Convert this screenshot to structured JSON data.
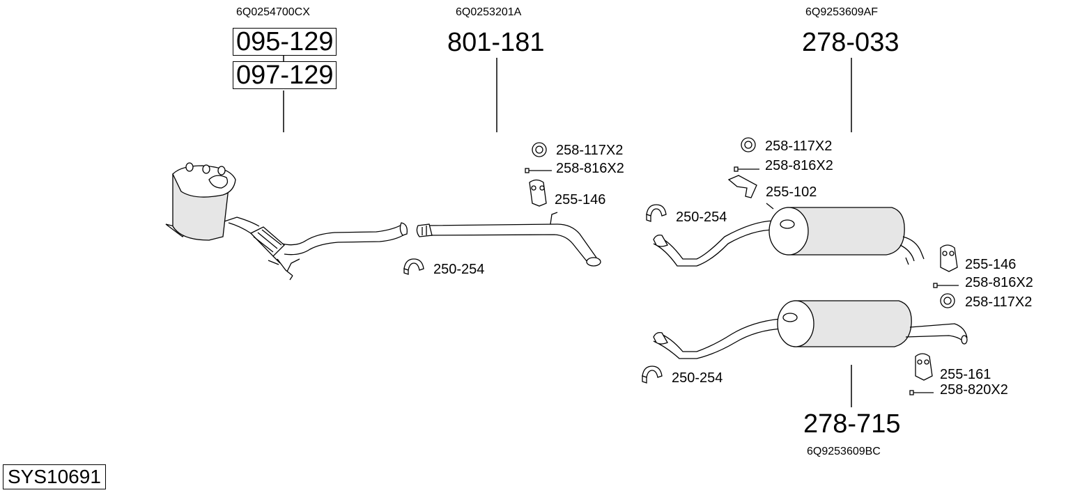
{
  "system_code": "SYS10691",
  "assemblies": {
    "dpf": {
      "oe_number": "6Q0254700CX",
      "part_numbers": [
        "095-129",
        "097-129"
      ]
    },
    "middle_pipe": {
      "oe_number": "6Q0253201A",
      "part_number": "801-181"
    },
    "rear_silencer_a": {
      "oe_number": "6Q9253609AF",
      "part_number": "278-033"
    },
    "rear_silencer_b": {
      "oe_number": "6Q9253609BC",
      "part_number": "278-715"
    }
  },
  "fittings": {
    "dpf_clamp": "250-254",
    "mid_ring": "258-117X2",
    "mid_bolt": "258-816X2",
    "mid_hanger": "255-146",
    "a_ring": "258-117X2",
    "a_bolt": "258-816X2",
    "a_bracket": "255-102",
    "a_clamp": "250-254",
    "a_hanger_rear": "255-146",
    "a_bolt_rear": "258-816X2",
    "a_ring_rear": "258-117X2",
    "b_clamp": "250-254",
    "b_hanger": "255-161",
    "b_bolt": "258-820X2"
  }
}
